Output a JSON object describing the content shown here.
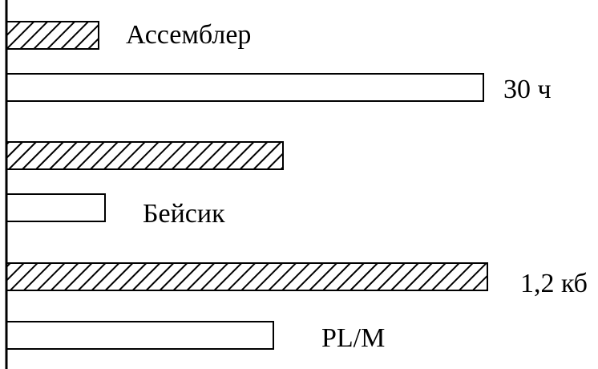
{
  "chart_data": {
    "type": "bar",
    "orientation": "horizontal",
    "categories": [
      "Ассемблер",
      "Бейсик",
      "PL/M"
    ],
    "annotations": [
      "30 ч",
      "1,2 кб"
    ],
    "series": [
      {
        "pattern": "hatched",
        "values": [
          115,
          345,
          600
        ]
      },
      {
        "pattern": "plain",
        "values": [
          595,
          123,
          333
        ]
      }
    ],
    "grid": false,
    "axis": {
      "show_ticks": false
    },
    "colors": {
      "stroke": "#000000",
      "fill": "#ffffff"
    }
  }
}
